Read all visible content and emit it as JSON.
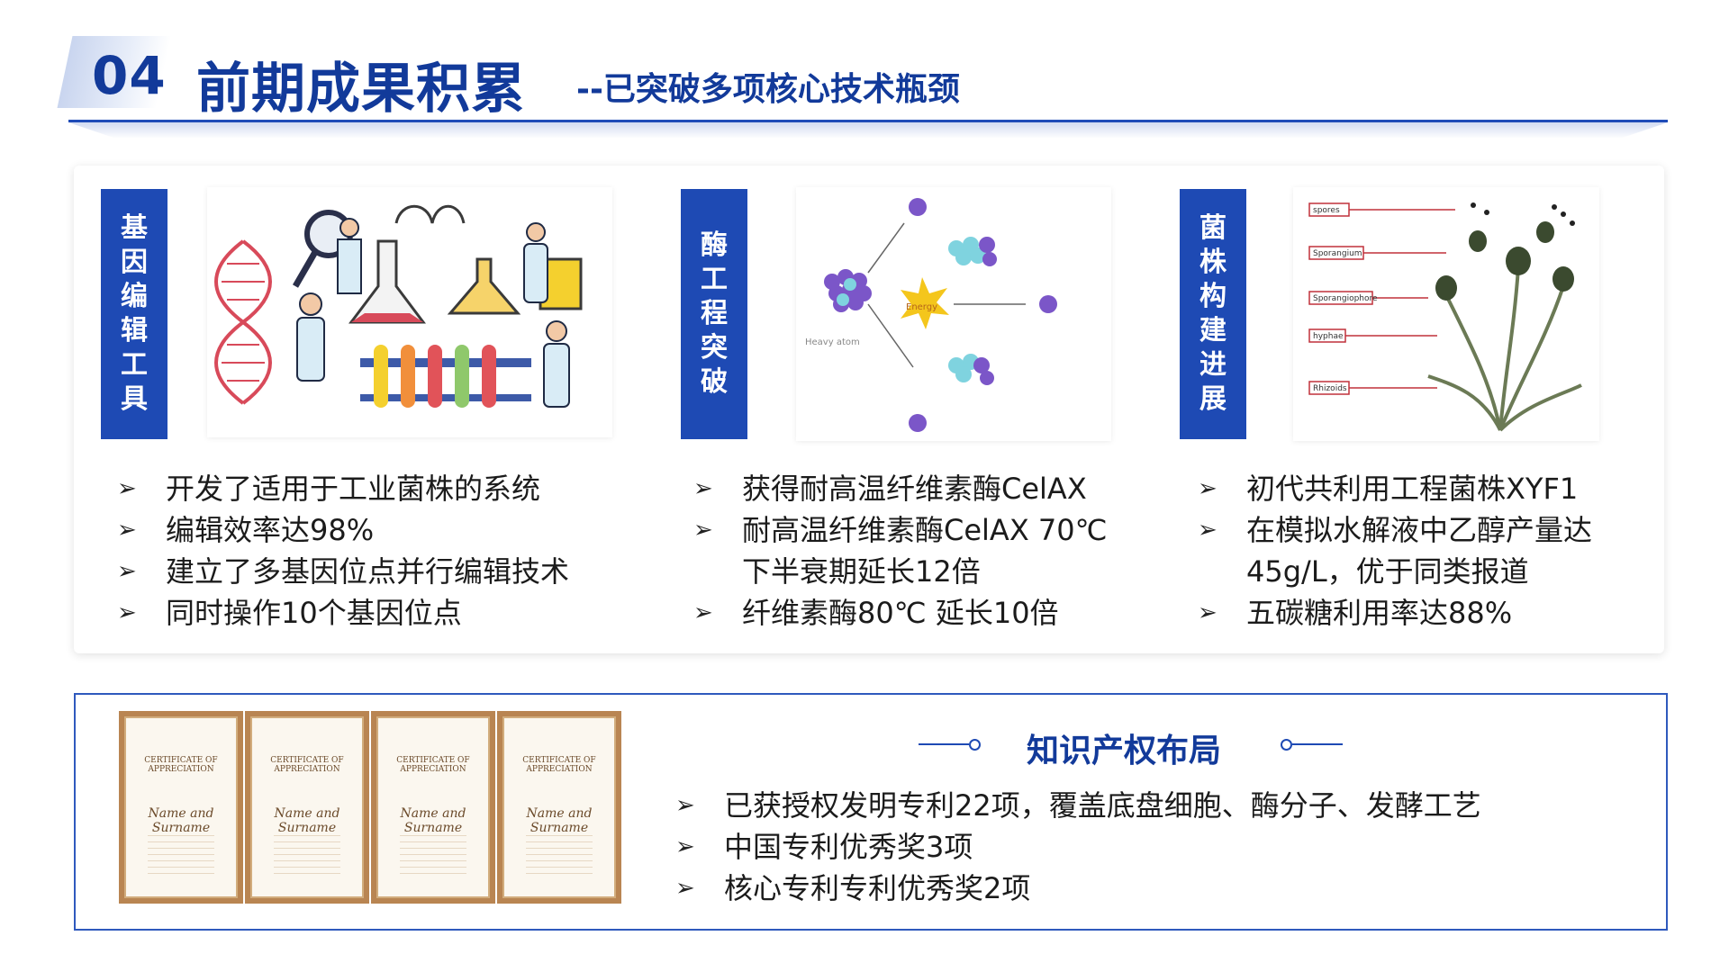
{
  "header": {
    "number": "04",
    "title": "前期成果积累",
    "subtitle": "--已突破多项核心技术瓶颈"
  },
  "sections": [
    {
      "tag": "基因编辑工具",
      "bullets": [
        "开发了适用于工业菌株的系统",
        "编辑效率达98%",
        "建立了多基因位点并行编辑技术",
        "同时操作10个基因位点"
      ]
    },
    {
      "tag": "酶工程突破",
      "diagram": {
        "energy_label": "Energy",
        "heavy_atom_label": "Heavy atom"
      },
      "bullets": [
        "获得耐高温纤维素酶CelAX",
        "耐高温纤维素酶CelAX 70℃ 下半衰期延长12倍",
        "纤维素酶80℃ 延长10倍"
      ]
    },
    {
      "tag": "菌株构建进展",
      "diagram": {
        "labels": [
          "spores",
          "Sporangium",
          "Sporangiophore",
          "hyphae",
          "Rhizoids"
        ]
      },
      "bullets": [
        "初代共利用工程菌株XYF1",
        "在模拟水解液中乙醇产量达45g/L，优于同类报道",
        "五碳糖利用率达88%"
      ]
    }
  ],
  "ip": {
    "title": "知识产权布局",
    "certificate_title": "CERTIFICATE OF APPRECIATION",
    "certificate_name": "Name and Surname",
    "bullets": [
      "已获授权发明专利22项，覆盖底盘细胞、酶分子、发酵工艺",
      "中国专利优秀奖3项",
      "核心专利专利优秀奖2项"
    ]
  },
  "colors": {
    "primary": "#1e4ab4",
    "title": "#123a9a"
  }
}
